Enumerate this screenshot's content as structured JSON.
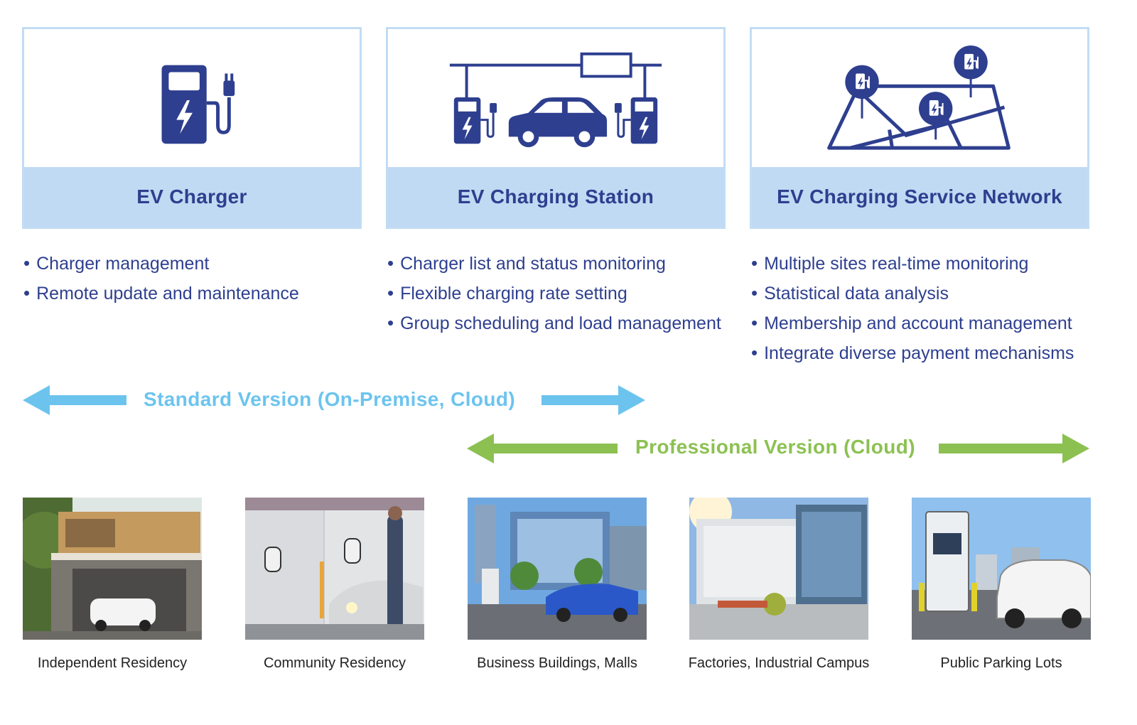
{
  "columns": [
    {
      "title": "EV Charger",
      "icon": "ev-charger-icon",
      "bullets": [
        "Charger management",
        "Remote update and maintenance"
      ]
    },
    {
      "title": "EV Charging Station",
      "icon": "charging-station-icon",
      "bullets": [
        "Charger list and status monitoring",
        "Flexible charging rate setting",
        "Group scheduling and load management"
      ]
    },
    {
      "title": "EV Charging Service Network",
      "icon": "charging-network-map-icon",
      "bullets": [
        "Multiple sites real-time monitoring",
        "Statistical data analysis",
        "Membership and account management",
        "Integrate diverse payment mechanisms"
      ]
    }
  ],
  "versions": {
    "standard": {
      "label": "Standard Version (On-Premise, Cloud)",
      "color": "#6cc4ee"
    },
    "professional": {
      "label": "Professional Version (Cloud)",
      "color": "#8cc152"
    }
  },
  "scenarios": [
    {
      "caption": "Independent Residency"
    },
    {
      "caption": "Community Residency"
    },
    {
      "caption": "Business Buildings, Malls"
    },
    {
      "caption": "Factories, Industrial Campus"
    },
    {
      "caption": "Public Parking Lots"
    }
  ],
  "colors": {
    "navy": "#2e3f8f",
    "band": "#c0daf3",
    "border": "#c2dcf4"
  }
}
